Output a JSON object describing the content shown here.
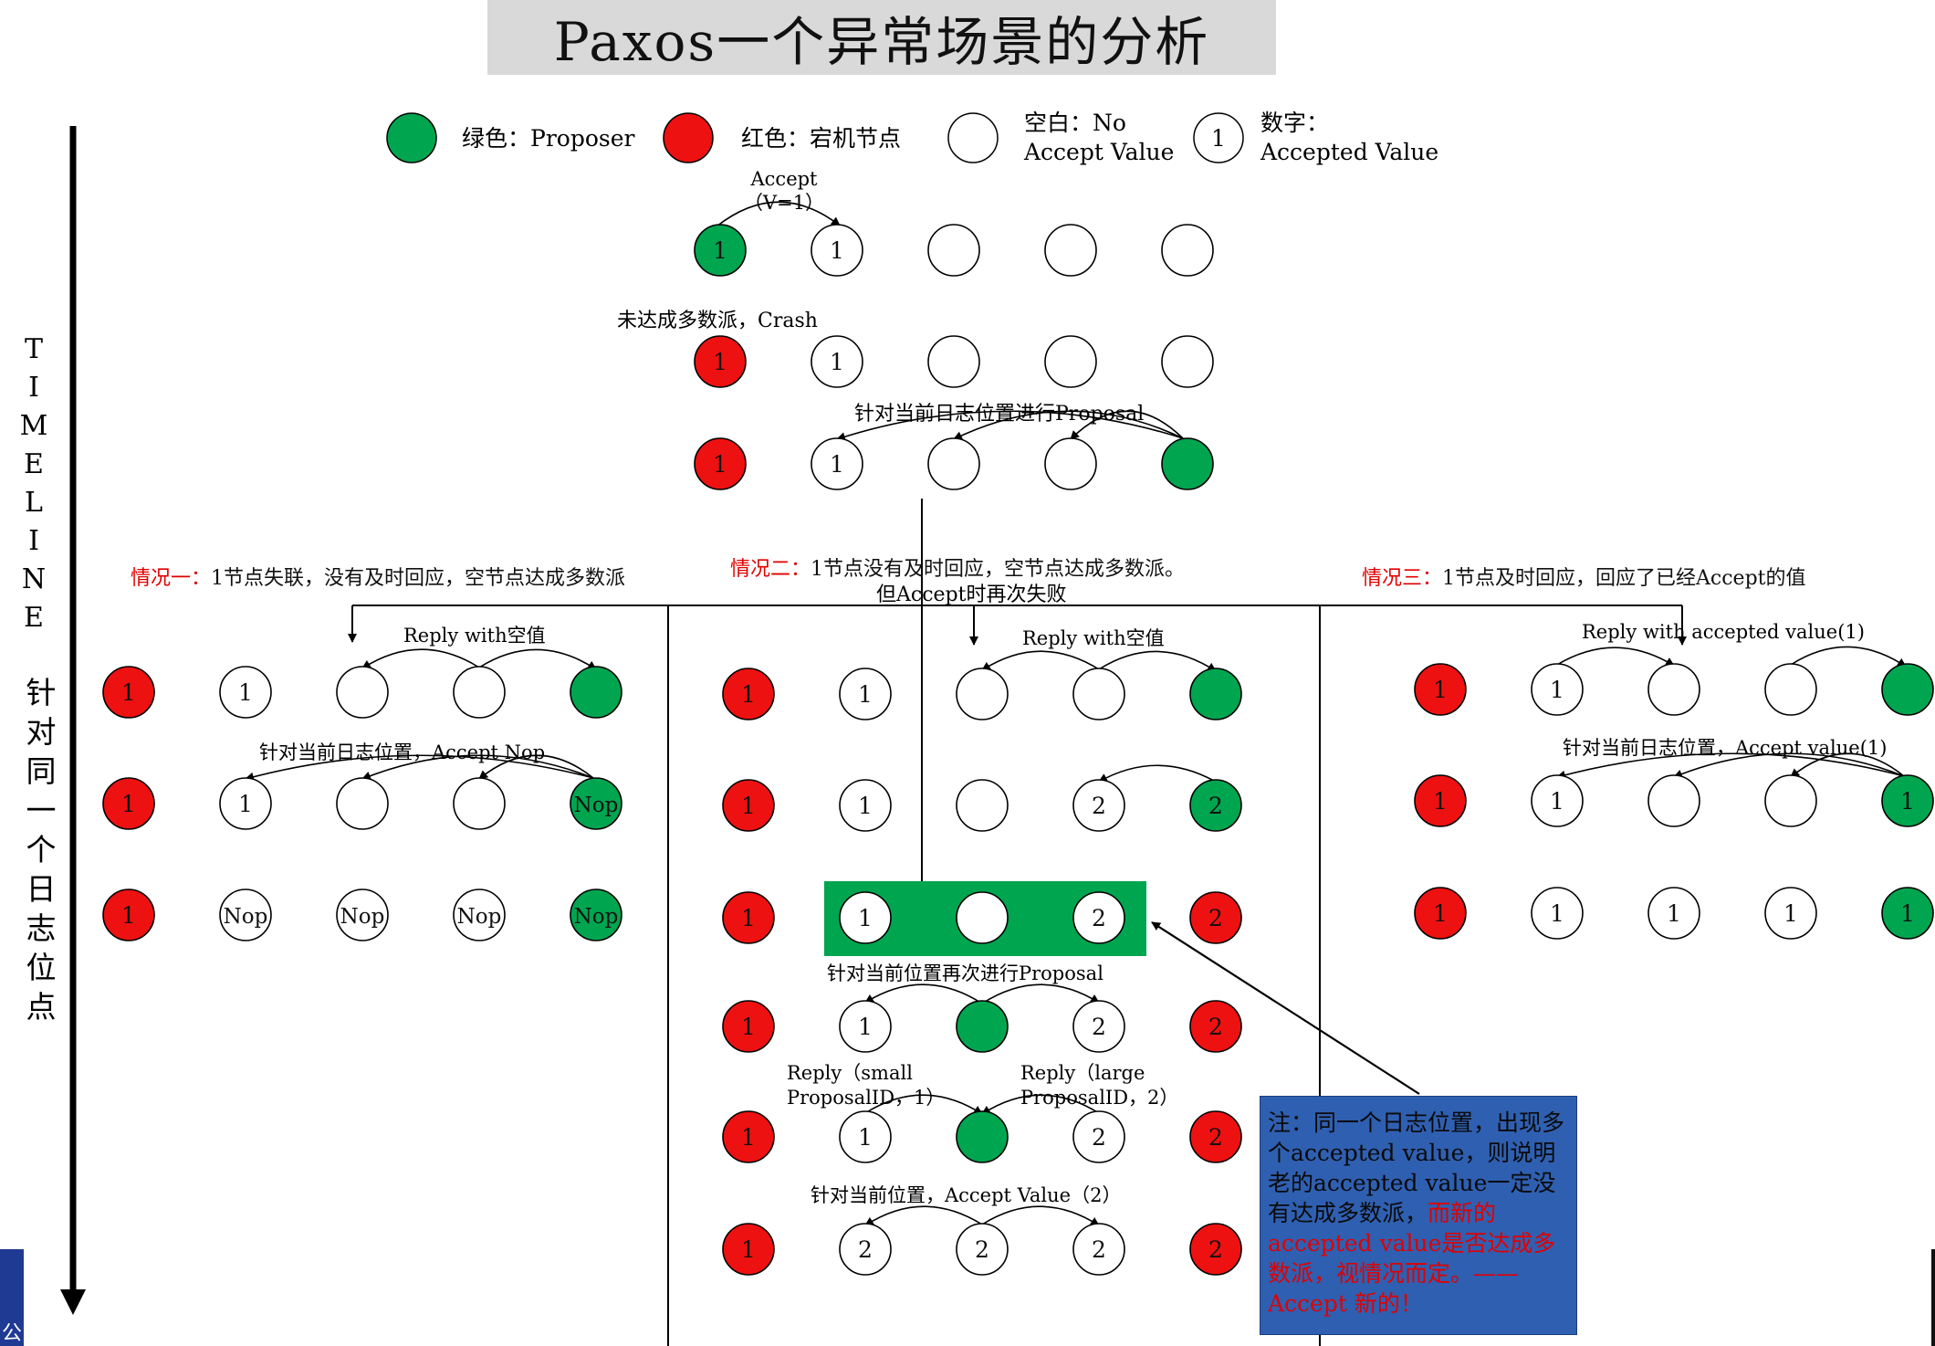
{
  "title": "Paxos一个异常场景的分析",
  "colors": {
    "proposer": "#00a550",
    "crashed": "#ee1111",
    "empty": "#ffffff",
    "title_bg": "#d9d9d9",
    "note_bg": "#2f5fb0",
    "case_label": "#e00000",
    "highlight": "#00a550"
  },
  "legend": [
    {
      "kind": "proposer",
      "label": "绿色：Proposer"
    },
    {
      "kind": "crashed",
      "label": "红色：宕机节点"
    },
    {
      "kind": "empty",
      "label_line1": "空白：No",
      "label_line2": "Accept Value"
    },
    {
      "kind": "number",
      "node_text": "1",
      "label_line1": "数字：",
      "label_line2": "Accepted Value"
    }
  ],
  "timeline": {
    "letters": [
      "T",
      "I",
      "M",
      "E",
      "L",
      "I",
      "N",
      "E"
    ],
    "cjk": [
      "针",
      "对",
      "同",
      "一",
      "个",
      "日",
      "志",
      "位",
      "点"
    ]
  },
  "top": {
    "accept_label_line1": "Accept",
    "accept_label_line2": "（V=1）",
    "crash_label": "未达成多数派，Crash",
    "proposal_label": "针对当前日志位置进行Proposal",
    "rows": [
      [
        {
          "s": "g",
          "t": "1"
        },
        {
          "s": "w",
          "t": "1"
        },
        {
          "s": "w",
          "t": ""
        },
        {
          "s": "w",
          "t": ""
        },
        {
          "s": "w",
          "t": ""
        }
      ],
      [
        {
          "s": "r",
          "t": "1"
        },
        {
          "s": "w",
          "t": "1"
        },
        {
          "s": "w",
          "t": ""
        },
        {
          "s": "w",
          "t": ""
        },
        {
          "s": "w",
          "t": ""
        }
      ],
      [
        {
          "s": "r",
          "t": "1"
        },
        {
          "s": "w",
          "t": "1"
        },
        {
          "s": "w",
          "t": ""
        },
        {
          "s": "w",
          "t": ""
        },
        {
          "s": "g",
          "t": ""
        }
      ]
    ]
  },
  "case1": {
    "title_prefix": "情况一：",
    "title_rest": "1节点失联，没有及时回应，空节点达成多数派",
    "reply_label": "Reply with空值",
    "accept_label": "针对当前日志位置，Accept Nop",
    "rows": [
      [
        {
          "s": "r",
          "t": "1"
        },
        {
          "s": "w",
          "t": "1"
        },
        {
          "s": "w",
          "t": ""
        },
        {
          "s": "w",
          "t": ""
        },
        {
          "s": "g",
          "t": ""
        }
      ],
      [
        {
          "s": "r",
          "t": "1"
        },
        {
          "s": "w",
          "t": "1"
        },
        {
          "s": "w",
          "t": ""
        },
        {
          "s": "w",
          "t": ""
        },
        {
          "s": "g",
          "t": "Nop"
        }
      ],
      [
        {
          "s": "r",
          "t": "1"
        },
        {
          "s": "w",
          "t": "Nop"
        },
        {
          "s": "w",
          "t": "Nop"
        },
        {
          "s": "w",
          "t": "Nop"
        },
        {
          "s": "g",
          "t": "Nop"
        }
      ]
    ]
  },
  "case2": {
    "title_prefix": "情况二：",
    "title_rest": "1节点没有及时回应，空节点达成多数派。",
    "title_line2": "但Accept时再次失败",
    "reply_label": "Reply with空值",
    "reproposal_label": "针对当前位置再次进行Proposal",
    "reply_small_line1": "Reply（small",
    "reply_small_line2": "ProposalID，1）",
    "reply_large_line1": "Reply（large",
    "reply_large_line2": "ProposalID，2）",
    "accept_label": "针对当前位置，Accept Value（2）",
    "rows": [
      [
        {
          "s": "r",
          "t": "1"
        },
        {
          "s": "w",
          "t": "1"
        },
        {
          "s": "w",
          "t": ""
        },
        {
          "s": "w",
          "t": ""
        },
        {
          "s": "g",
          "t": ""
        }
      ],
      [
        {
          "s": "r",
          "t": "1"
        },
        {
          "s": "w",
          "t": "1"
        },
        {
          "s": "w",
          "t": ""
        },
        {
          "s": "w",
          "t": "2"
        },
        {
          "s": "g",
          "t": "2"
        }
      ],
      [
        {
          "s": "r",
          "t": "1"
        },
        {
          "s": "w",
          "t": "1"
        },
        {
          "s": "w",
          "t": ""
        },
        {
          "s": "w",
          "t": "2"
        },
        {
          "s": "r",
          "t": "2"
        }
      ],
      [
        {
          "s": "r",
          "t": "1"
        },
        {
          "s": "w",
          "t": "1"
        },
        {
          "s": "g",
          "t": ""
        },
        {
          "s": "w",
          "t": "2"
        },
        {
          "s": "r",
          "t": "2"
        }
      ],
      [
        {
          "s": "r",
          "t": "1"
        },
        {
          "s": "w",
          "t": "1"
        },
        {
          "s": "g",
          "t": ""
        },
        {
          "s": "w",
          "t": "2"
        },
        {
          "s": "r",
          "t": "2"
        }
      ],
      [
        {
          "s": "r",
          "t": "1"
        },
        {
          "s": "w",
          "t": "2"
        },
        {
          "s": "w",
          "t": "2"
        },
        {
          "s": "w",
          "t": "2"
        },
        {
          "s": "r",
          "t": "2"
        }
      ]
    ]
  },
  "case3": {
    "title_prefix": "情况三：",
    "title_rest": "1节点及时回应，回应了已经Accept的值",
    "reply_label": "Reply with accepted value(1)",
    "accept_label": "针对当前日志位置，Accept value(1)",
    "rows": [
      [
        {
          "s": "r",
          "t": "1"
        },
        {
          "s": "w",
          "t": "1"
        },
        {
          "s": "w",
          "t": ""
        },
        {
          "s": "w",
          "t": ""
        },
        {
          "s": "g",
          "t": ""
        }
      ],
      [
        {
          "s": "r",
          "t": "1"
        },
        {
          "s": "w",
          "t": "1"
        },
        {
          "s": "w",
          "t": ""
        },
        {
          "s": "w",
          "t": ""
        },
        {
          "s": "g",
          "t": "1"
        }
      ],
      [
        {
          "s": "r",
          "t": "1"
        },
        {
          "s": "w",
          "t": "1"
        },
        {
          "s": "w",
          "t": "1"
        },
        {
          "s": "w",
          "t": "1"
        },
        {
          "s": "g",
          "t": "1"
        }
      ]
    ]
  },
  "note": {
    "black": "注：同一个日志位置，出现多个accepted value，则说明老的accepted value一定没有达成多数派，",
    "red": "而新的accepted value是否达成多数派，视情况而定。——Accept 新的！"
  },
  "corner_text": "公"
}
